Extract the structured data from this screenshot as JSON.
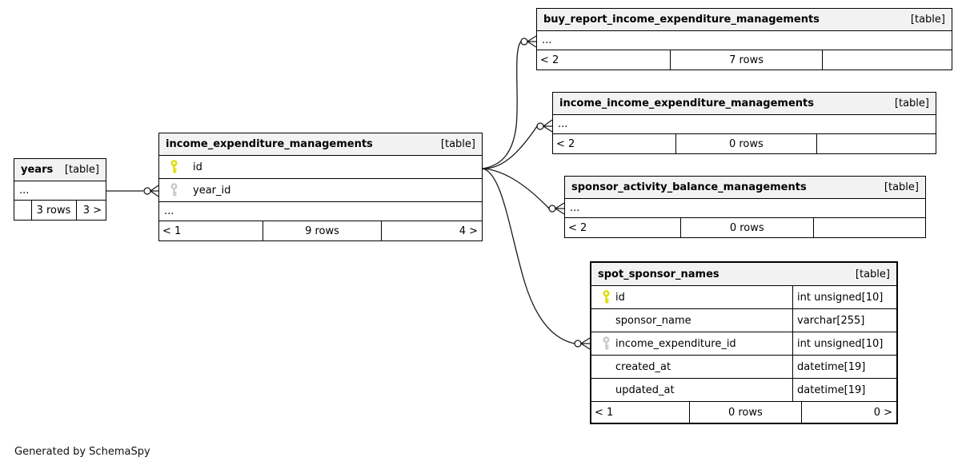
{
  "diagram": {
    "generator_note": "Generated by SchemaSpy",
    "badge": "[table]",
    "ellipsis": "..."
  },
  "colors": {
    "header_bg": "#f2f2f2",
    "border": "#000000",
    "line": "#1a1a1a",
    "primary_key": "#e8e800",
    "foreign_key": "#c9c9c9"
  },
  "icons": {
    "primary_key": "key-icon-yellow",
    "foreign_key": "key-icon-gray"
  },
  "tables": {
    "years": {
      "name": "years",
      "footer": {
        "left": "",
        "center": "3 rows",
        "right": "3 >"
      }
    },
    "income": {
      "name": "income_expenditure_managements",
      "columns": [
        {
          "name": "id",
          "key": "primary"
        },
        {
          "name": "year_id",
          "key": "foreign"
        }
      ],
      "footer": {
        "left": "< 1",
        "center": "9 rows",
        "right": "4 >"
      }
    },
    "buy_report": {
      "name": "buy_report_income_expenditure_managements",
      "footer": {
        "left": "< 2",
        "center": "7 rows",
        "right": ""
      }
    },
    "income_income": {
      "name": "income_income_expenditure_managements",
      "footer": {
        "left": "< 2",
        "center": "0 rows",
        "right": ""
      }
    },
    "sponsor_activity": {
      "name": "sponsor_activity_balance_managements",
      "footer": {
        "left": "< 2",
        "center": "0 rows",
        "right": ""
      }
    },
    "spot": {
      "name": "spot_sponsor_names",
      "columns": [
        {
          "name": "id",
          "type": "int unsigned[10]",
          "key": "primary"
        },
        {
          "name": "sponsor_name",
          "type": "varchar[255]",
          "key": ""
        },
        {
          "name": "income_expenditure_id",
          "type": "int unsigned[10]",
          "key": "foreign"
        },
        {
          "name": "created_at",
          "type": "datetime[19]",
          "key": ""
        },
        {
          "name": "updated_at",
          "type": "datetime[19]",
          "key": ""
        }
      ],
      "footer": {
        "left": "< 1",
        "center": "0 rows",
        "right": "0 >"
      }
    }
  }
}
